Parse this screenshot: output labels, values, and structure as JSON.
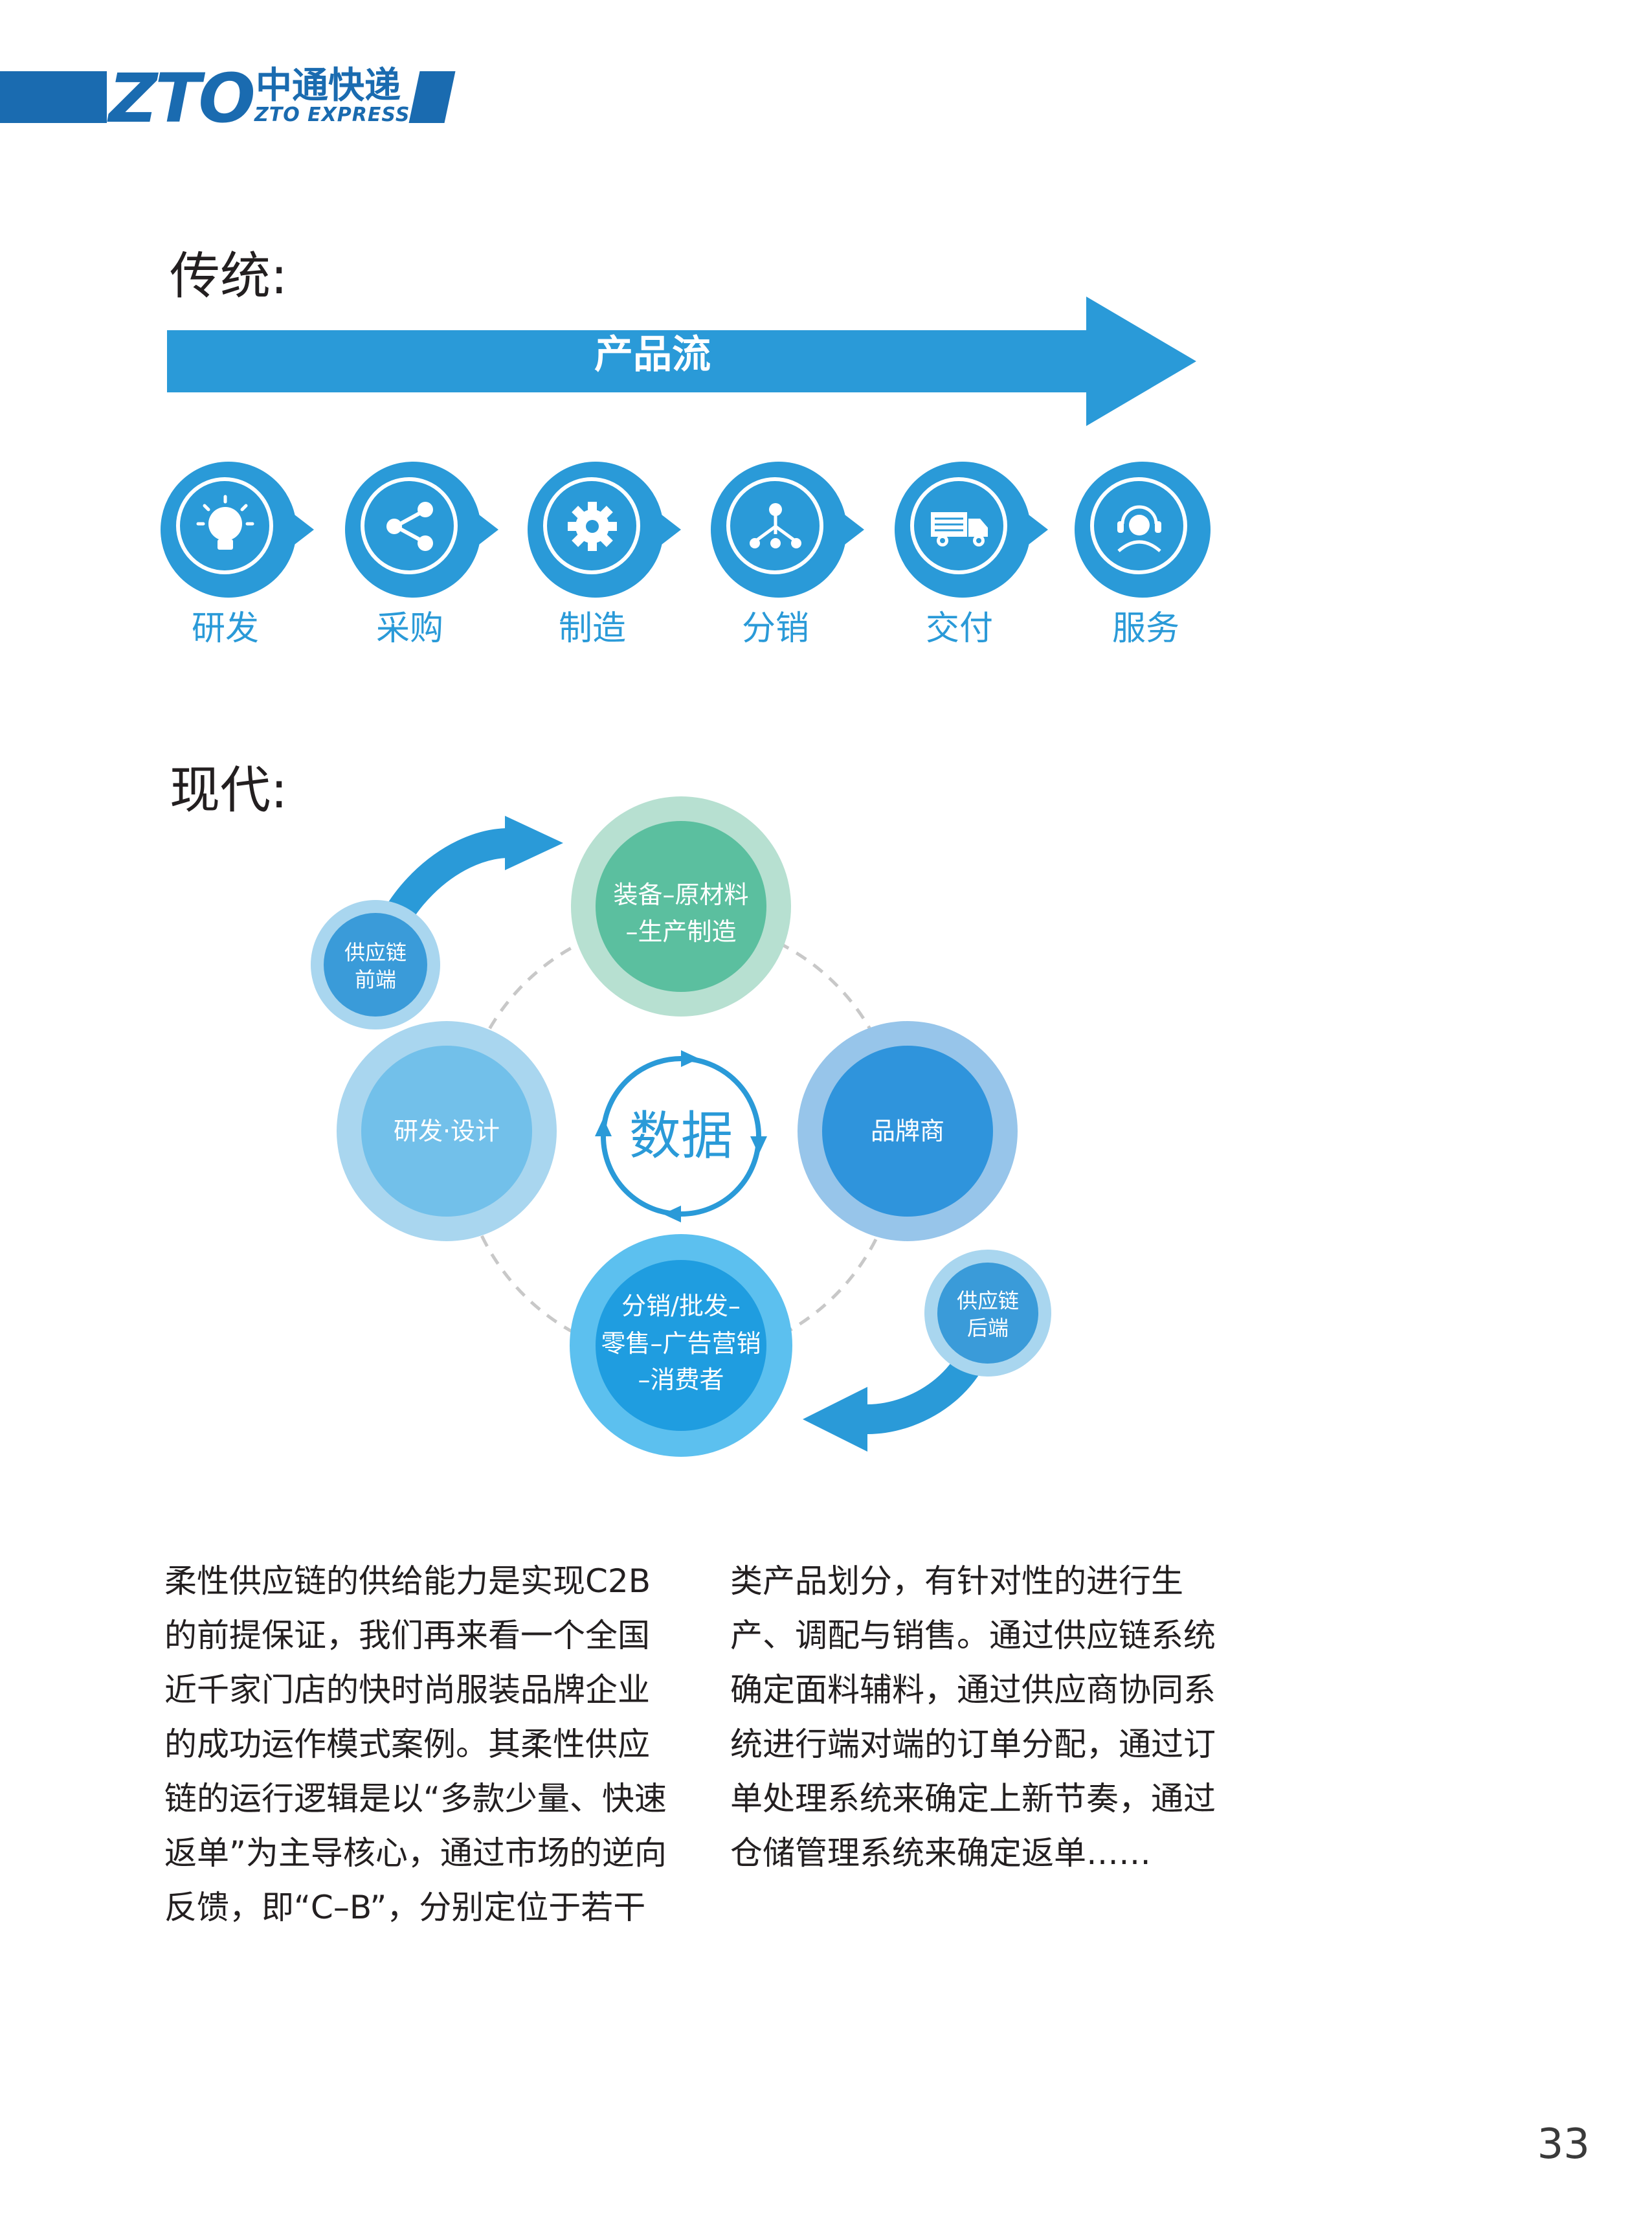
{
  "header": {
    "logo_mark": "ZTO",
    "logo_cn": "中通快递",
    "logo_en": "ZTO EXPRESS"
  },
  "traditional": {
    "title": "传统:",
    "flow_label": "产品流",
    "steps": [
      {
        "label": "研发",
        "icon": "lightbulb-icon"
      },
      {
        "label": "采购",
        "icon": "share-icon"
      },
      {
        "label": "制造",
        "icon": "gear-icon"
      },
      {
        "label": "分销",
        "icon": "distribution-icon"
      },
      {
        "label": "交付",
        "icon": "truck-icon"
      },
      {
        "label": "服务",
        "icon": "customer-service-icon"
      }
    ]
  },
  "modern": {
    "title": "现代:",
    "center": "数据",
    "nodes": {
      "top": [
        "装备–原材料",
        "–生产制造"
      ],
      "left": "研发·设计",
      "right": "品牌商",
      "bottom": [
        "分销/批发–",
        "零售–广告营销",
        "–消费者"
      ]
    },
    "supply_front": [
      "供应链",
      "前端"
    ],
    "supply_back": [
      "供应链",
      "后端"
    ]
  },
  "body": {
    "col1": [
      "柔性供应链的供给能力是实现C2B",
      "的前提保证，我们再来看一个全国",
      "近千家门店的快时尚服装品牌企业",
      "的成功运作模式案例。其柔性供应",
      "链的运行逻辑是以“多款少量、快速",
      "返单”为主导核心，通过市场的逆向",
      "反馈，即“C–B”，分别定位于若干"
    ],
    "col2": [
      "类产品划分，有针对性的进行生",
      "产、调配与销售。通过供应链系统",
      "确定面料辅料，通过供应商协同系",
      "统进行端对端的订单分配，通过订",
      "单处理系统来确定上新节奏，通过",
      "仓储管理系统来确定返单……"
    ]
  },
  "page_number": "33",
  "colors": {
    "brand_blue": "#1a6bb0",
    "flow_blue": "#2a9ad8",
    "green": "#5bbf9f",
    "light_blue": "#a9d6ef"
  }
}
